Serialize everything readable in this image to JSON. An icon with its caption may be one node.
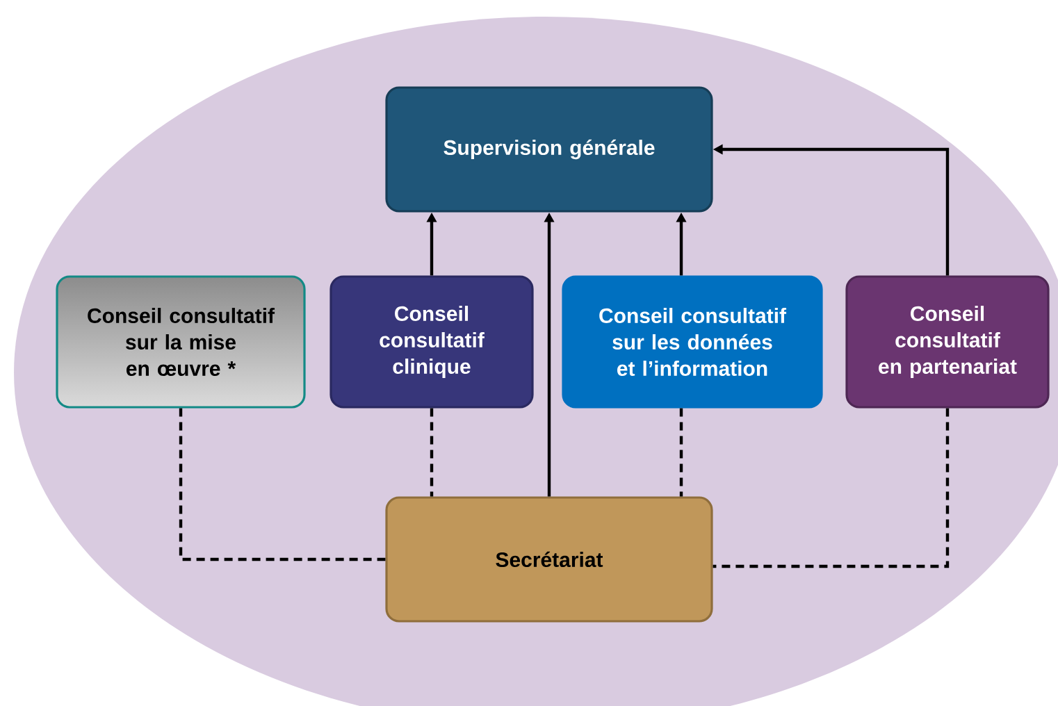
{
  "diagram": {
    "nodes": [
      {
        "text": [
          "Supervision générale"
        ]
      },
      {
        "text": [
          "Conseil consultatif sur la mise en œuvre *"
        ]
      },
      {
        "text": [
          "Conseil consultatif clinique"
        ]
      },
      {
        "text": [
          "Conseil consultatif sur les données et l’information"
        ]
      },
      {
        "text": [
          "Conseil consultatif en partenariat"
        ]
      },
      {
        "text": [
          "Secrétariat"
        ]
      }
    ],
    "edges": [
      {
        "from": 2,
        "to": 0,
        "arrow": "to"
      },
      {
        "from": 5,
        "to": 0,
        "arrow": "to"
      },
      {
        "from": 3,
        "to": 0,
        "arrow": "to"
      },
      {
        "from": 4,
        "to": 0,
        "arrow": "to"
      },
      {
        "from": 1,
        "to": 5,
        "arrow": "none",
        "style": "dashed"
      },
      {
        "from": 2,
        "to": 5,
        "arrow": "none",
        "style": "dashed"
      },
      {
        "from": 3,
        "to": 5,
        "arrow": "none",
        "style": "dashed"
      },
      {
        "from": 4,
        "to": 5,
        "arrow": "none",
        "style": "dashed"
      }
    ]
  }
}
